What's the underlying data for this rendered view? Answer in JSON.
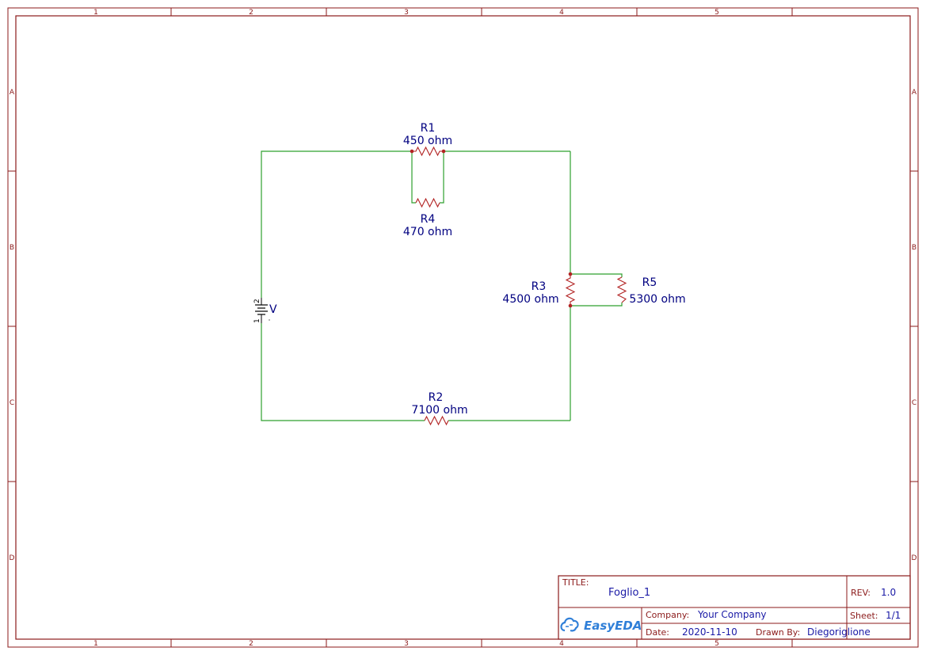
{
  "frame": {
    "columns": [
      "1",
      "2",
      "3",
      "4",
      "5"
    ],
    "rows": [
      "A",
      "B",
      "C",
      "D"
    ]
  },
  "components": {
    "r1": {
      "designator": "R1",
      "value": "450 ohm"
    },
    "r4": {
      "designator": "R4",
      "value": "470 ohm"
    },
    "r3": {
      "designator": "R3",
      "value": "4500 ohm"
    },
    "r5": {
      "designator": "R5",
      "value": "5300 ohm"
    },
    "r2": {
      "designator": "R2",
      "value": "7100 ohm"
    },
    "v": {
      "designator": "V",
      "pin1": "1",
      "pin2": "2"
    }
  },
  "title_block": {
    "title_label": "TITLE:",
    "title": "Foglio_1",
    "rev_label": "REV:",
    "rev": "1.0",
    "company_label": "Company:",
    "company": "Your Company",
    "sheet_label": "Sheet:",
    "sheet": "1/1",
    "date_label": "Date:",
    "date": "2020-11-10",
    "drawn_by_label": "Drawn By:",
    "drawn_by": "Diegoriglione",
    "logo_text": "EasyEDA"
  },
  "colors": {
    "frame": "#8b1a1a",
    "wire": "#2ea02e",
    "resistor": "#b22222",
    "label": "#000080",
    "logo": "#2f7fd8"
  }
}
